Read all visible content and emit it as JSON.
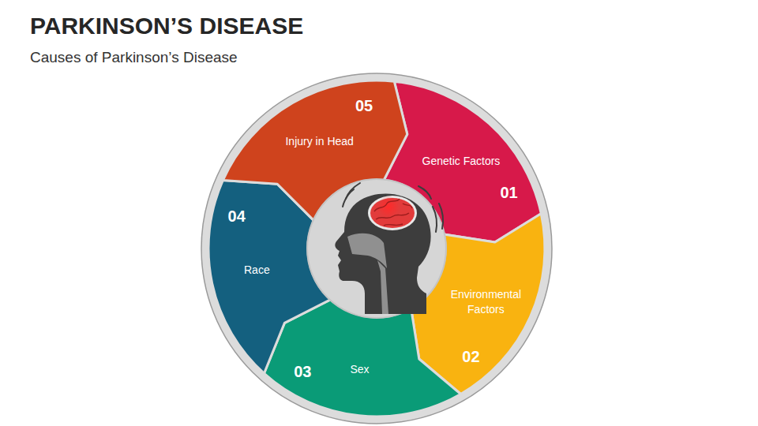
{
  "diagram": {
    "title": "PARKINSON’S DISEASE",
    "caption": "Causes of Parkinson’s Disease",
    "nodes": [
      {
        "text": [
          "Genetic Factors",
          "01"
        ]
      },
      {
        "text": [
          "Environmental Factors",
          "02"
        ]
      },
      {
        "text": [
          "Sex",
          "03"
        ]
      },
      {
        "text": [
          "Race",
          "04"
        ]
      },
      {
        "text": [
          "Injury in Head",
          "05"
        ]
      }
    ]
  }
}
